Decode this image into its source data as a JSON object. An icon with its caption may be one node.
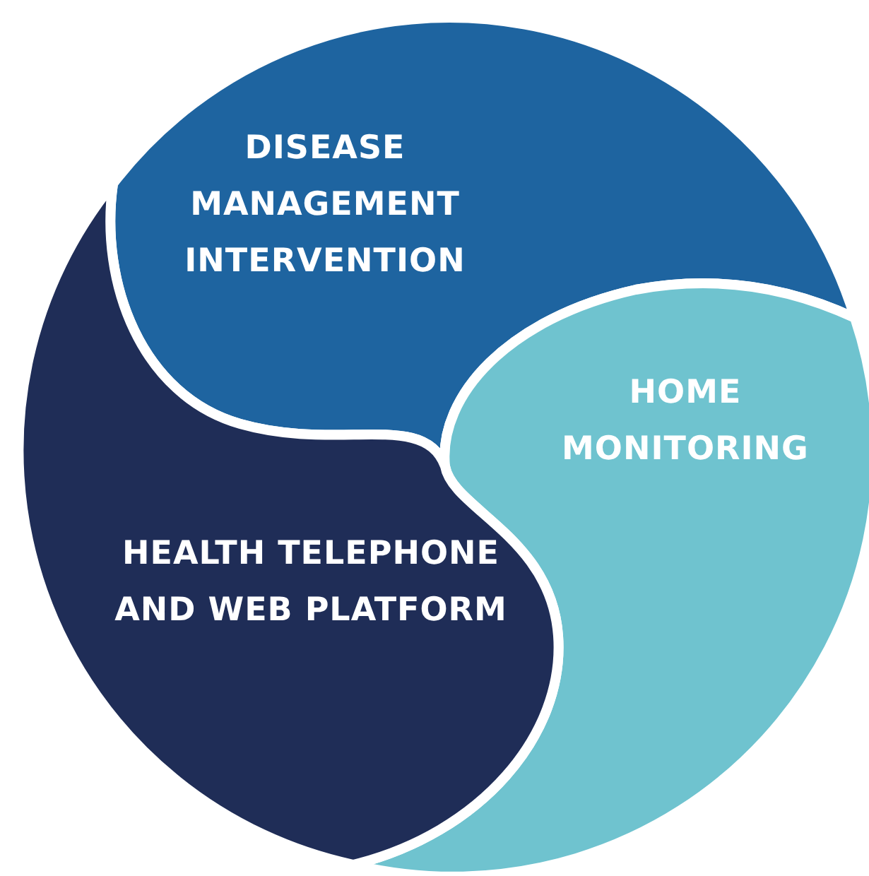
{
  "diagram": {
    "nodes": [
      {
        "text": [
          "DISEASE MANAGEMENT INTERVENTION"
        ]
      },
      {
        "text": [
          "HOME MONITORING"
        ]
      },
      {
        "text": [
          "HEALTH TELEPHONE AND WEB PLATFORM"
        ]
      }
    ]
  }
}
